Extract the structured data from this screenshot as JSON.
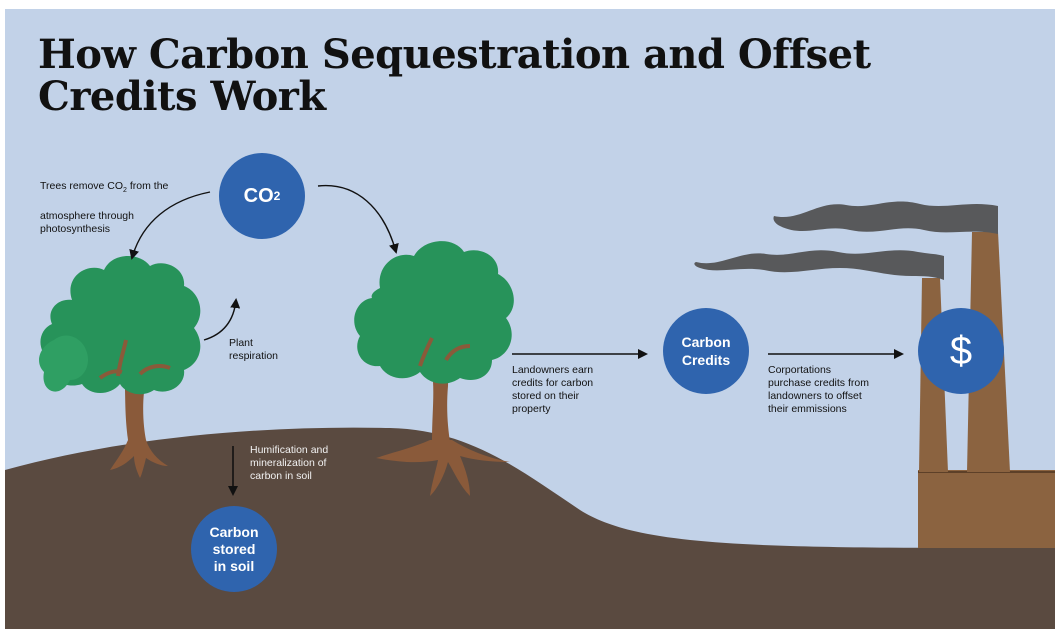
{
  "title": {
    "line1": "How Carbon Sequestration and Offset",
    "line2": "Credits Work"
  },
  "co2": {
    "main": "CO",
    "sub": "2"
  },
  "notes": {
    "trees_remove_prefix": "Trees remove CO",
    "trees_remove_sub": "2",
    "trees_remove_suffix": " from the",
    "trees_remove_rest": "atmosphere through\nphotosynthesis",
    "plant_respiration": "Plant\nrespiration",
    "humification": "Humification and\nmineralization of\ncarbon in soil",
    "landowners": "Landowners earn\ncredits for carbon\nstored on their\nproperty",
    "corporations": "Corportations\npurchase credits from\nlandowners to offset\ntheir emmissions"
  },
  "circles": {
    "carbon_soil": "Carbon\nstored\nin soil",
    "carbon_credits": "Carbon\nCredits",
    "dollar": "$"
  },
  "colors": {
    "sky": "#c2d2e8",
    "ground": "#5a4a40",
    "circle": "#2f64ae",
    "foliage": "#27935a",
    "trunk": "#8a5a3a",
    "factory": "#8b6340",
    "smoke": "#58595b"
  },
  "icons": [
    "tree-icon",
    "factory-icon",
    "smoke-icon",
    "arrow-icon"
  ]
}
